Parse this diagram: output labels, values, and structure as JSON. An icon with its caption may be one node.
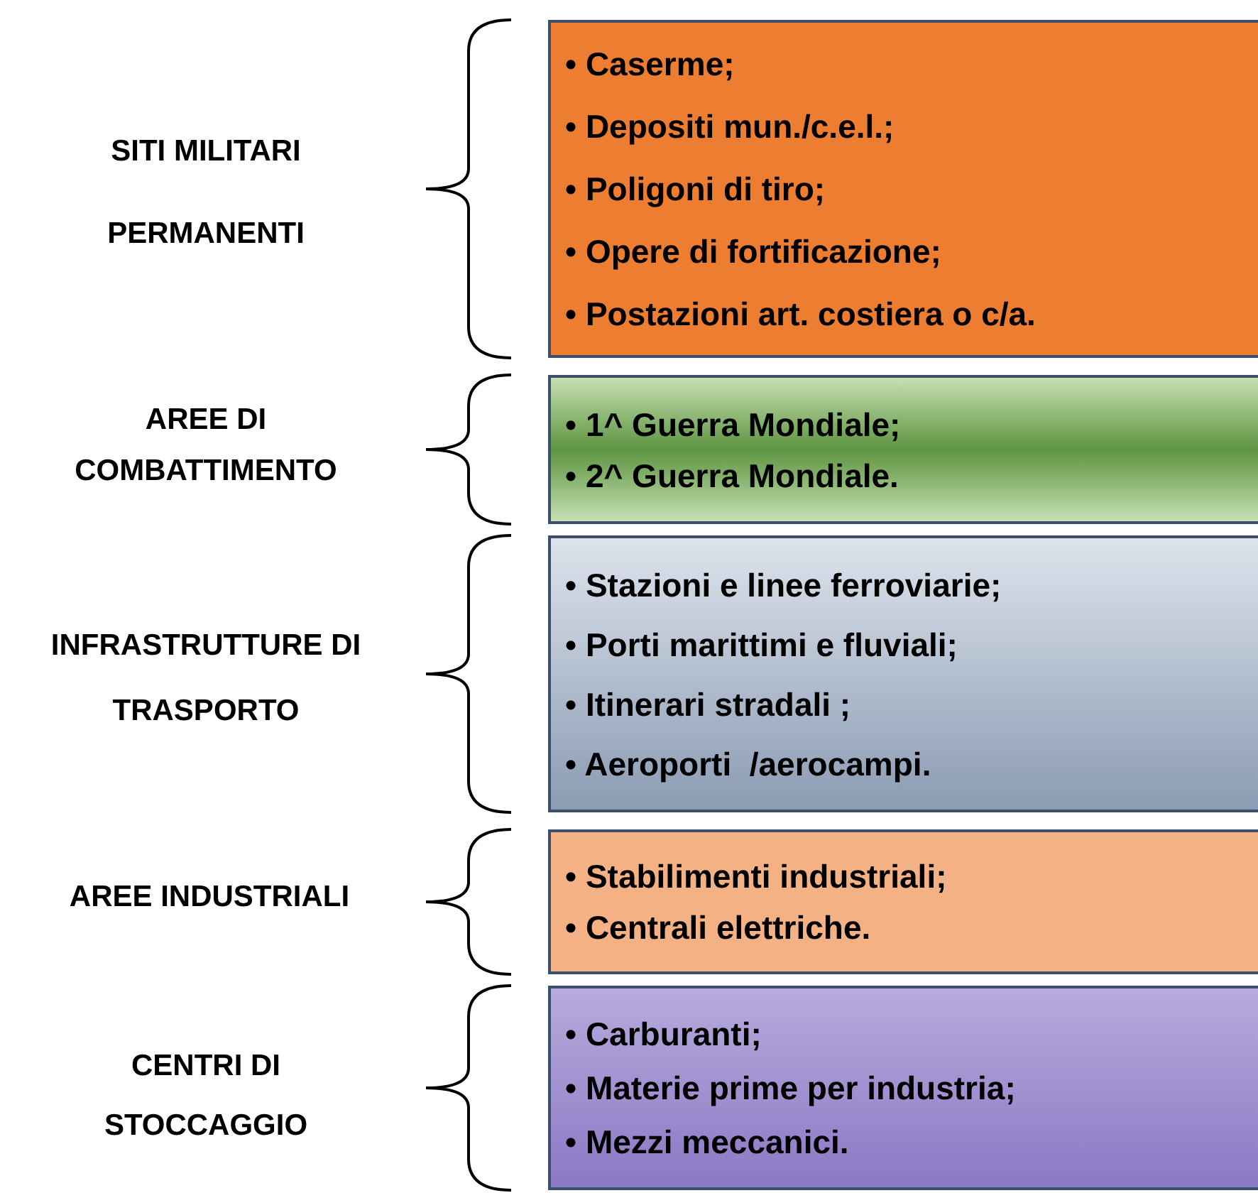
{
  "diagram": {
    "nodes": [
      {
        "text": [
          "• Caserme;",
          "• Depositi mun./c.e.l.;",
          "• Poligoni di tiro;",
          "• Opere di fortificazione;",
          "• Postazioni art. costiera o c/a."
        ]
      },
      {
        "text": [
          "• 1^ Guerra Mondiale;",
          "• 2^ Guerra Mondiale."
        ]
      },
      {
        "text": [
          "• Stazioni e linee ferroviarie;",
          "• Porti marittimi e fluviali;",
          "• Itinerari stradali ;",
          "• Aeroporti  /aerocampi."
        ]
      },
      {
        "text": [
          "• Stabilimenti industriali;",
          "• Centrali elettriche."
        ]
      },
      {
        "text": [
          "• Carburanti;",
          "• Materie prime per industria;",
          "• Mezzi meccanici."
        ]
      }
    ],
    "labels": [
      "SITI MILITARI PERMANENTI",
      "AREE DI COMBATTIMENTO",
      "INFRASTRUTTURE DI TRASPORTO",
      "AREE INDUSTRIALI",
      "CENTRI DI STOCCAGGIO"
    ]
  }
}
